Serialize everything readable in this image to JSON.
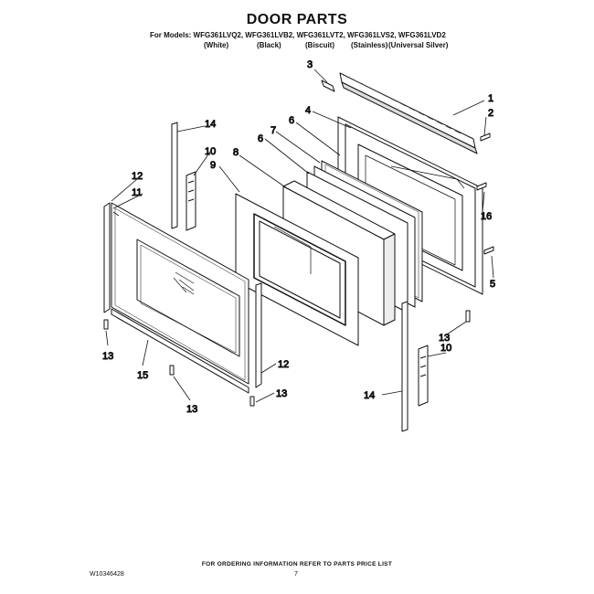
{
  "title": "DOOR PARTS",
  "models_line": "For Models: WFG361LVQ2, WFG361LVB2, WFG361LVT2, WFG361LVS2, WFG361LVD2",
  "colors": [
    "(White)",
    "(Black)",
    "(Biscuit)",
    "(Stainless)",
    "(Universal Silver)"
  ],
  "callouts": {
    "c1": "1",
    "c2": "2",
    "c3": "3",
    "c4": "4",
    "c5": "5",
    "c6a": "6",
    "c6b": "6",
    "c7": "7",
    "c8": "8",
    "c9": "9",
    "c10a": "10",
    "c10b": "10",
    "c11": "11",
    "c12a": "12",
    "c12b": "12",
    "c13a": "13",
    "c13b": "13",
    "c13c": "13",
    "c13d": "13",
    "c14a": "14",
    "c14b": "14",
    "c15": "15",
    "c16": "16"
  },
  "footer": "FOR ORDERING INFORMATION REFER TO PARTS PRICE LIST",
  "doc_number": "W10346428",
  "page_number": "7"
}
